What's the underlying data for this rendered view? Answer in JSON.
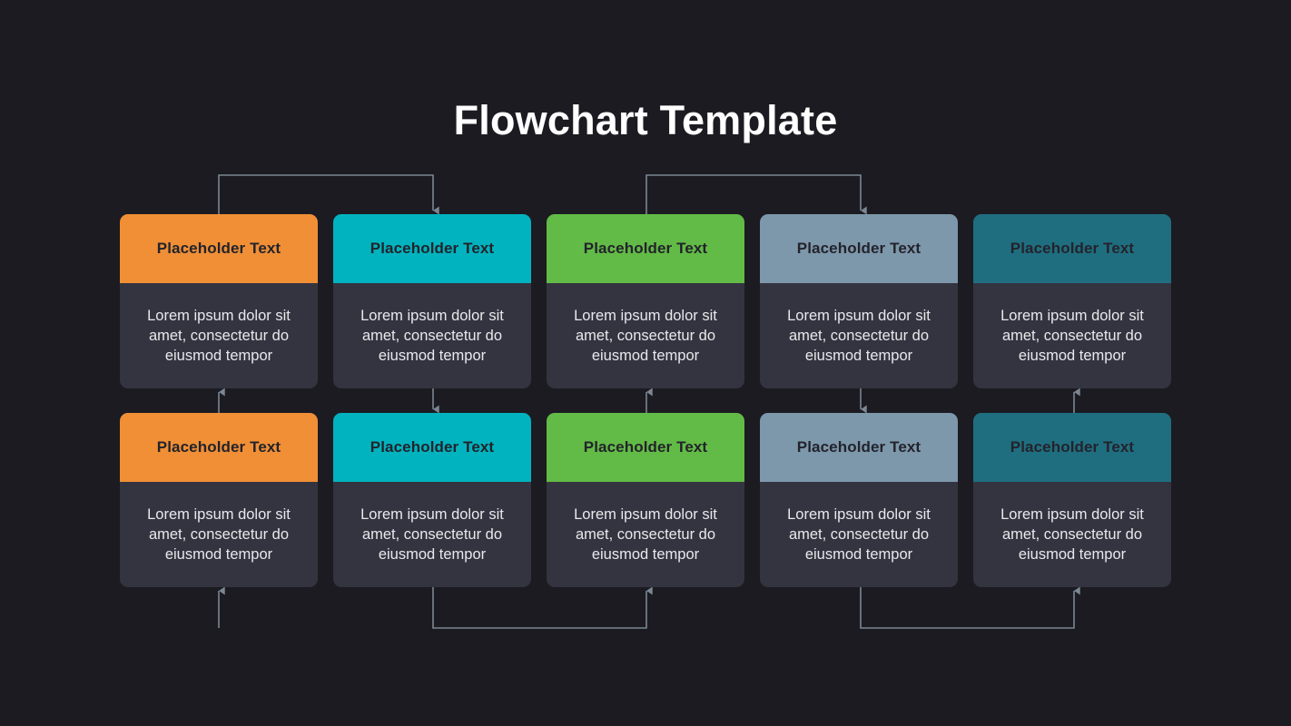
{
  "page": {
    "title": "Flowchart Template",
    "background_color": "#1b1b21",
    "card_body_color": "#343440",
    "connector_color": "#7b8793"
  },
  "columns": [
    {
      "id": "column-1",
      "accent_color": "#f08f36",
      "top": {
        "header": "Placeholder Text",
        "body": "Lorem ipsum dolor sit amet, consectetur do eiusmod tempor"
      },
      "bottom": {
        "header": "Placeholder Text",
        "body": "Lorem ipsum dolor sit amet, consectetur do eiusmod tempor"
      }
    },
    {
      "id": "column-2",
      "accent_color": "#00b3bf",
      "top": {
        "header": "Placeholder Text",
        "body": "Lorem ipsum dolor sit amet, consectetur do eiusmod tempor"
      },
      "bottom": {
        "header": "Placeholder Text",
        "body": "Lorem ipsum dolor sit amet, consectetur do eiusmod tempor"
      }
    },
    {
      "id": "column-3",
      "accent_color": "#62bb46",
      "top": {
        "header": "Placeholder Text",
        "body": "Lorem ipsum dolor sit amet, consectetur do eiusmod tempor"
      },
      "bottom": {
        "header": "Placeholder Text",
        "body": "Lorem ipsum dolor sit amet, consectetur do eiusmod tempor"
      }
    },
    {
      "id": "column-4",
      "accent_color": "#7d97ab",
      "top": {
        "header": "Placeholder Text",
        "body": "Lorem ipsum dolor sit amet, consectetur do eiusmod tempor"
      },
      "bottom": {
        "header": "Placeholder Text",
        "body": "Lorem ipsum dolor sit amet, consectetur do eiusmod tempor"
      }
    },
    {
      "id": "column-5",
      "accent_color": "#1f6e80",
      "top": {
        "header": "Placeholder Text",
        "body": "Lorem ipsum dolor sit amet, consectetur do eiusmod tempor"
      },
      "bottom": {
        "header": "Placeholder Text",
        "body": "Lorem ipsum dolor sit amet, consectetur do eiusmod tempor"
      }
    }
  ]
}
